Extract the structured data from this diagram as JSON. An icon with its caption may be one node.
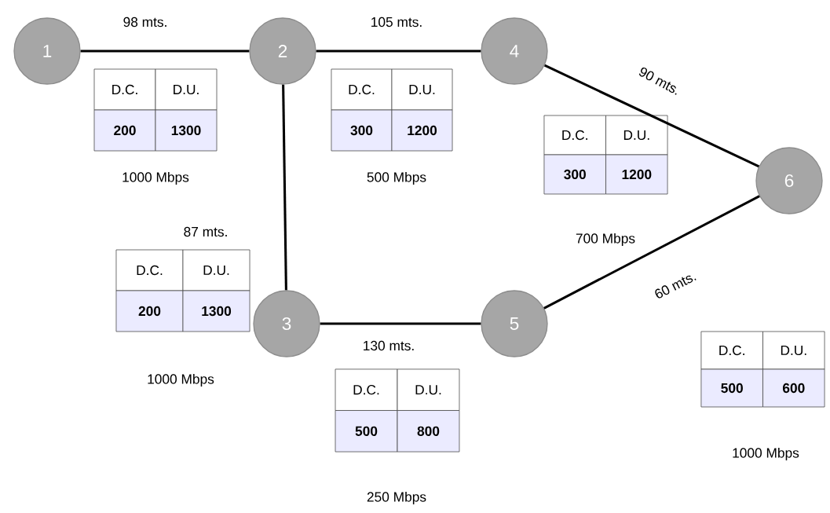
{
  "diagram": {
    "nodes": [
      {
        "text": [
          "1"
        ]
      },
      {
        "text": [
          "2"
        ]
      },
      {
        "text": [
          "4"
        ]
      },
      {
        "text": [
          "6"
        ]
      },
      {
        "text": [
          "3"
        ]
      },
      {
        "text": [
          "5"
        ]
      }
    ],
    "edges": [
      {
        "from": 0,
        "to": 1,
        "arrow": "none",
        "label": "98 mts."
      },
      {
        "from": 1,
        "to": 2,
        "arrow": "none",
        "label": "105 mts."
      },
      {
        "from": 2,
        "to": 3,
        "arrow": "none",
        "label": "90 mts."
      },
      {
        "from": 1,
        "to": 4,
        "arrow": "none",
        "label": "87 mts."
      },
      {
        "from": 4,
        "to": 5,
        "arrow": "none",
        "label": "130 mts."
      },
      {
        "from": 5,
        "to": 3,
        "arrow": "none",
        "label": "60 mts."
      }
    ],
    "labels": [
      "D.C.",
      "D.U.",
      "200",
      "1300",
      "1000 Mbps",
      "D.C.",
      "D.U.",
      "300",
      "1200",
      "500 Mbps",
      "D.C.",
      "D.U.",
      "300",
      "1200",
      "700 Mbps",
      "D.C.",
      "D.U.",
      "200",
      "1300",
      "1000 Mbps",
      "D.C.",
      "D.U.",
      "500",
      "800",
      "250 Mbps",
      "D.C.",
      "D.U.",
      "500",
      "600",
      "1000 Mbps"
    ]
  }
}
